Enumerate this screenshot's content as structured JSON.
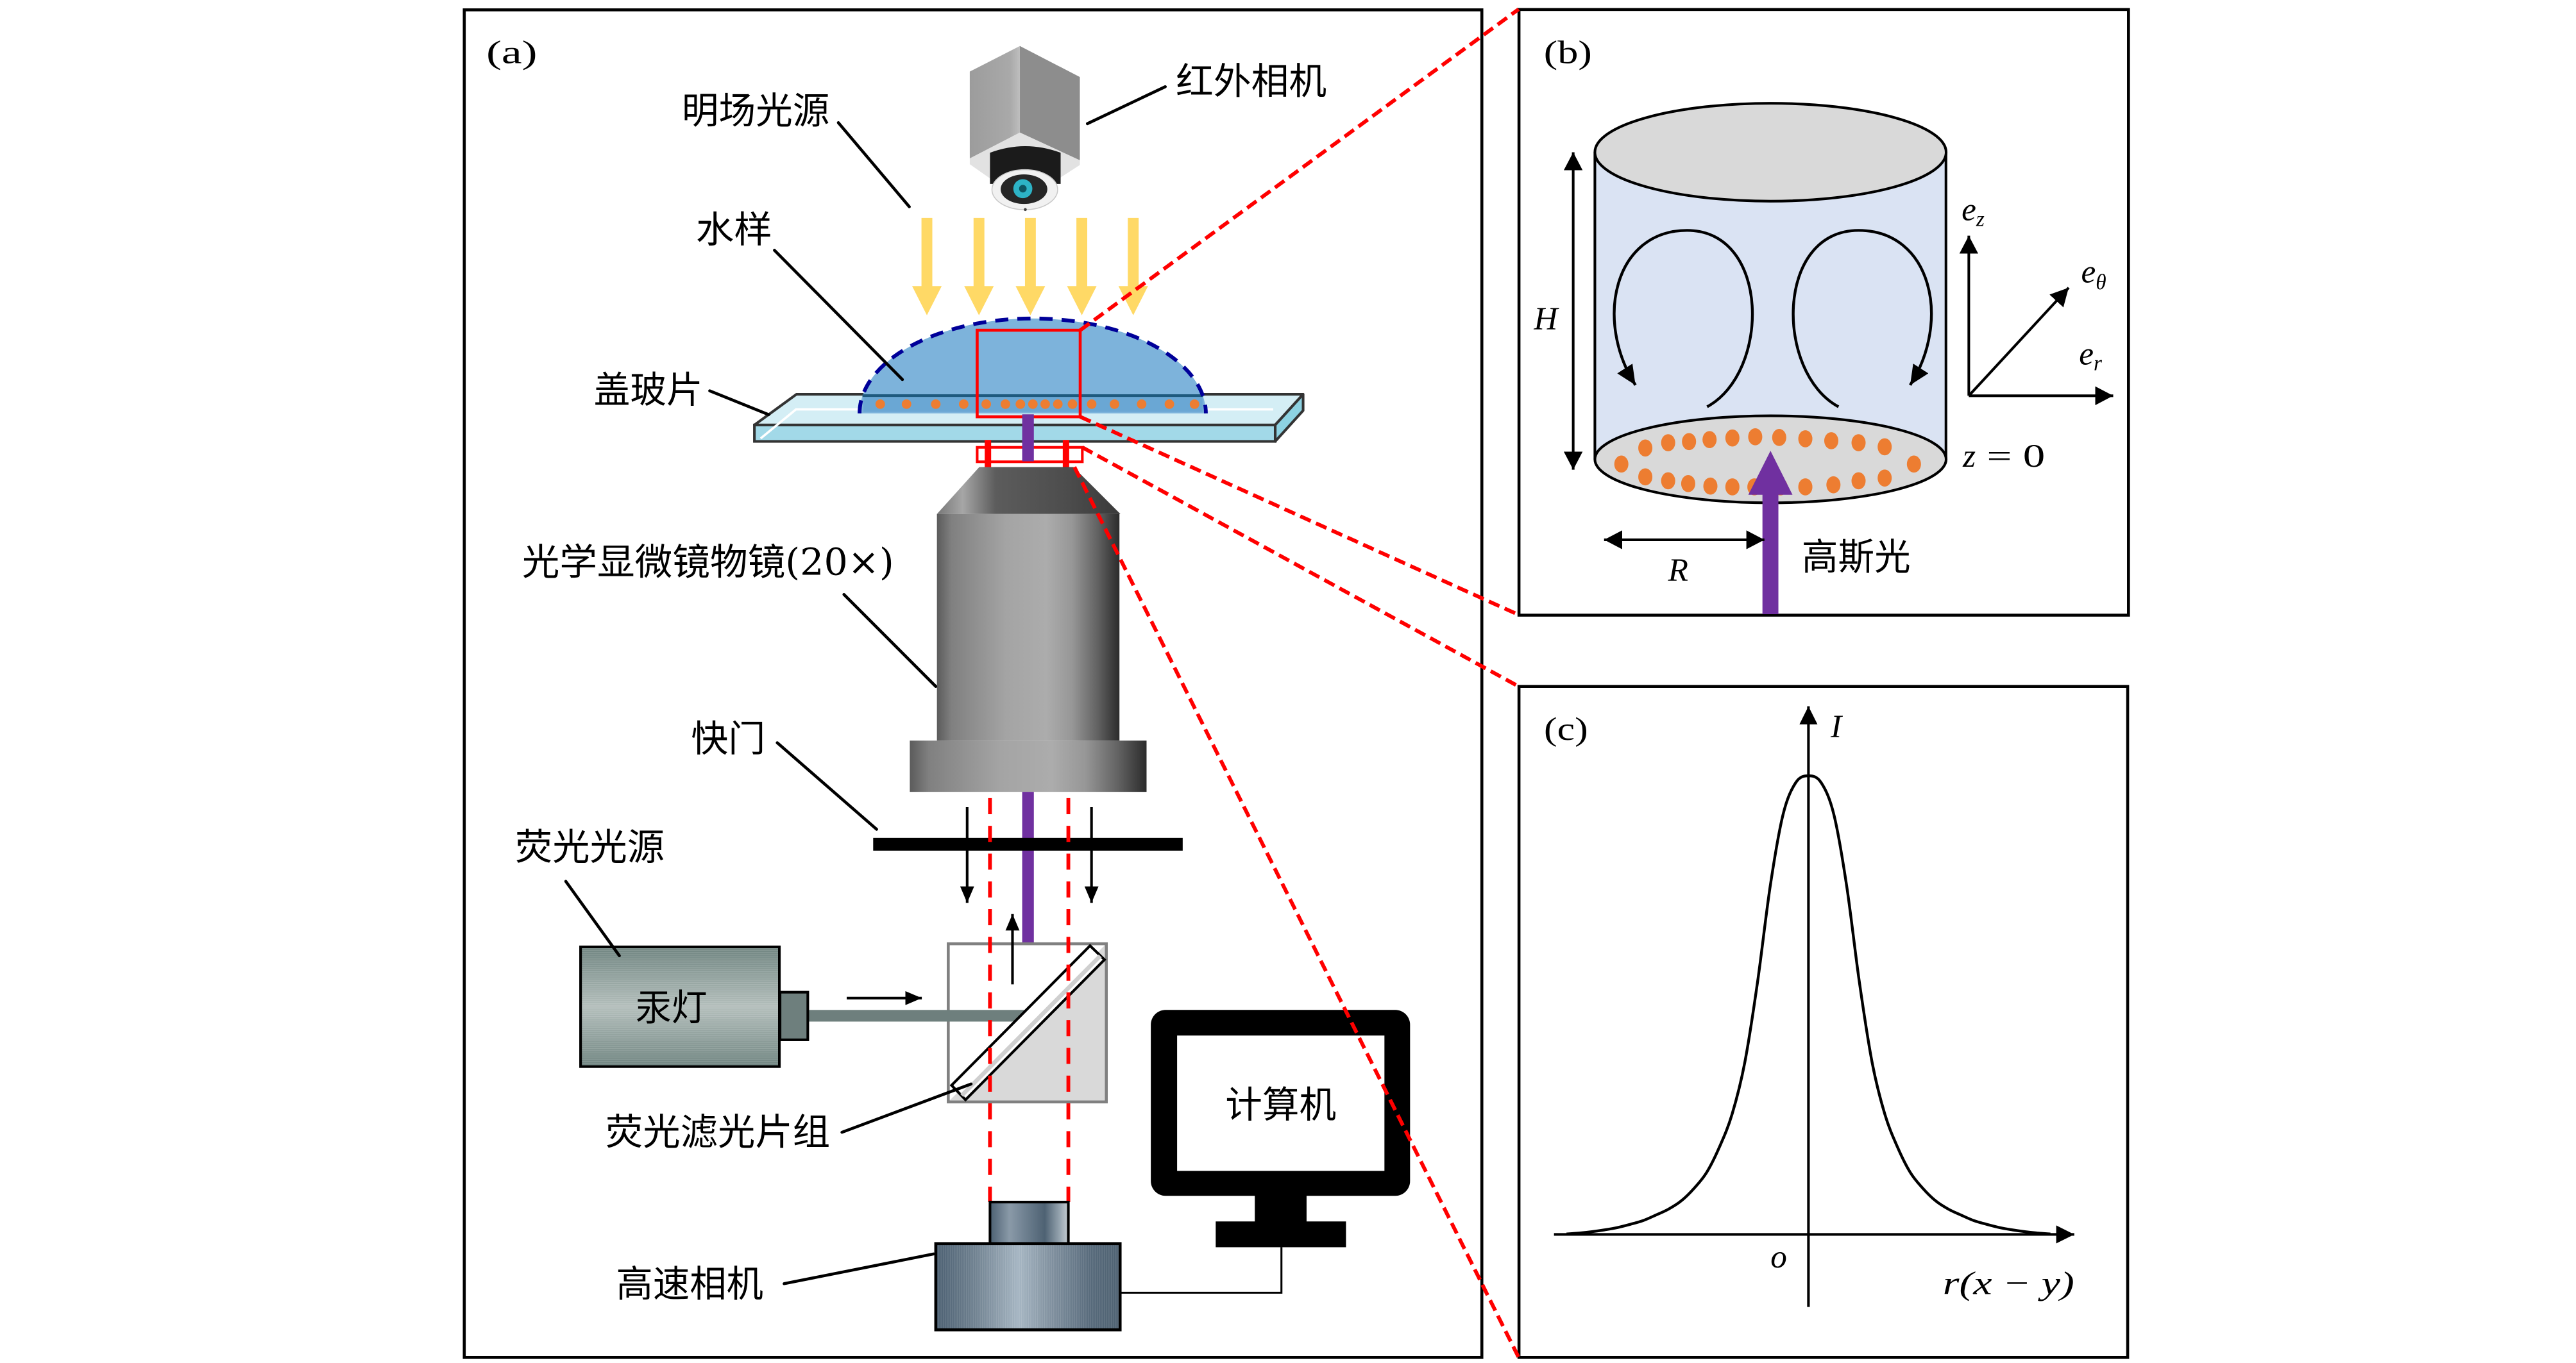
{
  "figure": {
    "panel_a": {
      "label": "(a)",
      "labels": {
        "ir_camera": "红外相机",
        "brightfield_light_source": "明场光源",
        "water_sample": "水样",
        "cover_slip": "盖玻片",
        "objective": "光学显微镜物镜(20×)",
        "shutter": "快门",
        "fluorescence_light_source": "荧光光源",
        "mercury_lamp": "汞灯",
        "fluorescence_filter_set": "荧光滤光片组",
        "computer": "计算机",
        "high_speed_camera": "高速相机"
      }
    },
    "panel_b": {
      "label": "(b)",
      "height_symbol": "H",
      "radius_symbol": "R",
      "unit_vectors": {
        "ez": {
          "base": "e",
          "sub": "z"
        },
        "etheta": {
          "base": "e",
          "sub": "θ"
        },
        "er": {
          "base": "e",
          "sub": "r"
        }
      },
      "plane": {
        "variable": "z",
        "relation": "= 0"
      },
      "beam_label": "高斯光"
    },
    "panel_c": {
      "label": "(c)",
      "y_axis_label": "I",
      "origin_label": "o",
      "x_axis_label": "r(x − y)",
      "curve": {
        "x": [
          -0.95,
          -0.9,
          -0.85,
          -0.8,
          -0.75,
          -0.7,
          -0.65,
          -0.6,
          -0.55,
          -0.5,
          -0.45,
          -0.4,
          -0.35,
          -0.3,
          -0.25,
          -0.2,
          -0.15,
          -0.1,
          -0.05,
          0,
          0.05,
          0.1,
          0.15,
          0.2,
          0.25,
          0.3,
          0.35,
          0.4,
          0.45,
          0.5,
          0.55,
          0.6,
          0.65,
          0.7,
          0.75,
          0.8,
          0.85,
          0.9,
          0.95
        ],
        "I": [
          0.001,
          0.003,
          0.006,
          0.01,
          0.015,
          0.022,
          0.03,
          0.042,
          0.055,
          0.073,
          0.1,
          0.135,
          0.19,
          0.262,
          0.375,
          0.55,
          0.76,
          0.915,
          0.985,
          1.0,
          0.985,
          0.915,
          0.76,
          0.55,
          0.375,
          0.262,
          0.19,
          0.135,
          0.1,
          0.073,
          0.055,
          0.042,
          0.03,
          0.022,
          0.015,
          0.01,
          0.006,
          0.003,
          0.001
        ]
      }
    }
  },
  "colors": {
    "highlight_red": "#FF0000",
    "beam_purple": "#7030A0",
    "particle_orange": "#ED7D31",
    "brightfield_yellow": "#FFD966",
    "water_blue": "#7DB3DB",
    "droplet_outline_navy": "#000099",
    "cylinder_fill": "#DAE3F3",
    "cube_gray": "#D9D9D9"
  }
}
